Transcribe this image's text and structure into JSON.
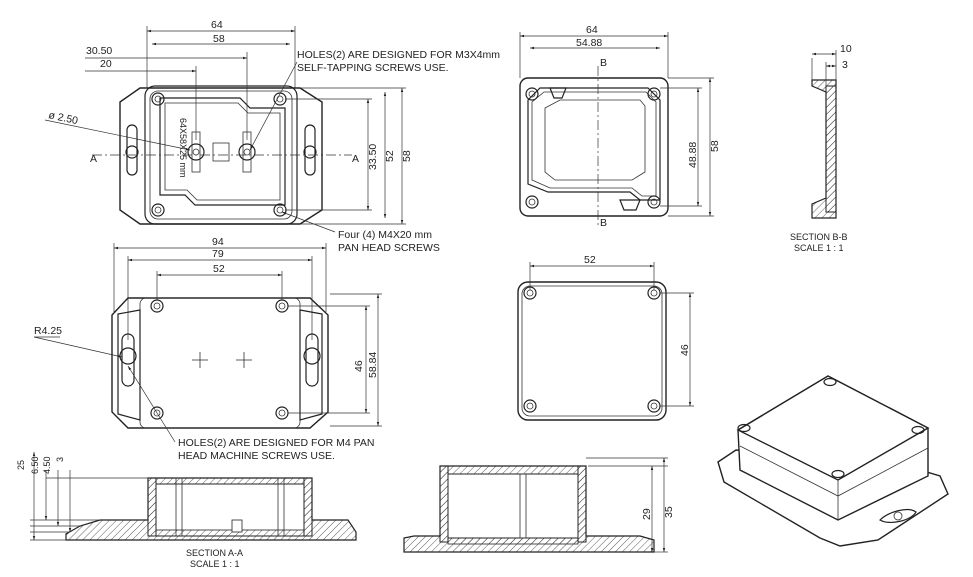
{
  "top_view": {
    "dim_64": "64",
    "dim_58": "58",
    "dim_30_50": "30.50",
    "dim_20": "20",
    "dim_dia": "ø 2.50",
    "dim_33_50": "33.50",
    "dim_52v": "52",
    "dim_58v": "58",
    "section_mark": "A",
    "label_product": "64X58X25 mm",
    "note_holes_1": "HOLES(2) ARE DESIGNED FOR M3X4mm",
    "note_holes_2": "SELF-TAPPING SCREWS USE.",
    "note_screws_1": "Four (4) M4X20 mm",
    "note_screws_2": "PAN HEAD SCREWS"
  },
  "bottom_view": {
    "dim_94": "94",
    "dim_79": "79",
    "dim_52": "52",
    "dim_46": "46",
    "dim_58_84": "58.84",
    "dim_radius": "R4.25",
    "note_1": "HOLES(2) ARE DESIGNED FOR M4 PAN",
    "note_2": "HEAD MACHINE SCREWS USE."
  },
  "section_a": {
    "dim_25": "25",
    "dim_6_50": "6.50",
    "dim_4_50": "4.50",
    "dim_3": "3",
    "title": "SECTION A-A",
    "scale": "SCALE 1 : 1"
  },
  "lid_view": {
    "dim_64": "64",
    "dim_54_88": "54.88",
    "dim_48_88": "48.88",
    "dim_58": "58",
    "section_mark": "B"
  },
  "lid_bottom": {
    "dim_52": "52",
    "dim_46": "46"
  },
  "side_section": {
    "dim_29": "29",
    "dim_35": "35"
  },
  "section_b": {
    "dim_10": "10",
    "dim_3": "3",
    "title": "SECTION B-B",
    "scale": "SCALE 1 : 1"
  }
}
